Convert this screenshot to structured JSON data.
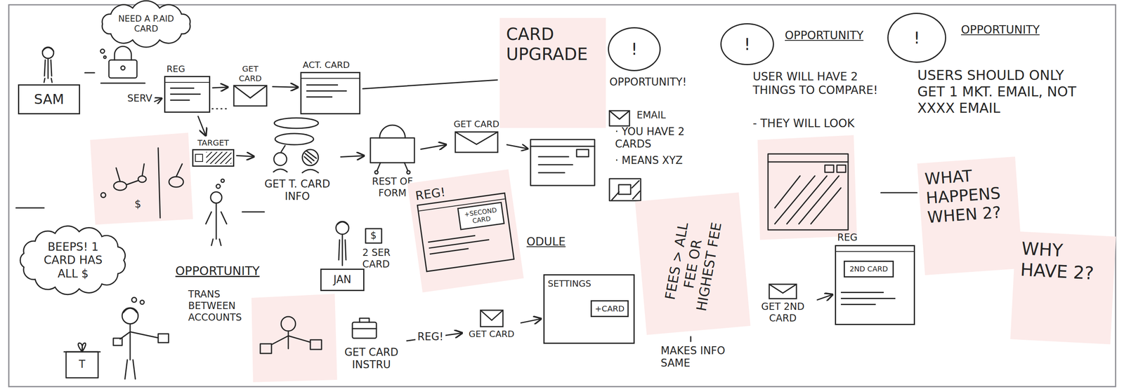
{
  "diagram": {
    "nodes": [
      {
        "text": [
          "SAM"
        ]
      },
      {
        "text": [
          "NEED A P.AID CARD"
        ]
      },
      {
        "text": [
          "REG"
        ]
      },
      {
        "text": [
          "GET CARD"
        ]
      },
      {
        "text": [
          "ACT. CARD"
        ]
      },
      {
        "text": [
          "TARGET"
        ]
      },
      {
        "text": [
          "GET T. CARD INFO"
        ]
      },
      {
        "text": [
          "REST OF FORM"
        ]
      },
      {
        "text": [
          "GET CARD"
        ]
      },
      {
        "text": [
          "CARD UPGRADE"
        ]
      },
      {
        "text": [
          "!"
        ]
      },
      {
        "text": [
          "!"
        ]
      },
      {
        "text": [
          "!"
        ]
      },
      {
        "text": [
          "BEEPS! 1 CARD HAS ALL $"
        ]
      },
      {
        "text": [
          "JAN"
        ]
      },
      {
        "text": [
          "REG!"
        ]
      },
      {
        "text": [
          "+SECOND CARD"
        ],
        "in": 15
      },
      {
        "text": [
          "GET CARD INSTRU"
        ]
      },
      {
        "text": [
          "GET CARD"
        ]
      },
      {
        "text": [
          "SETTINGS"
        ]
      },
      {
        "text": [
          "+CARD"
        ],
        "in": 19
      },
      {
        "text": [
          "FEES > ALL FEE OR HIGHEST FEE"
        ]
      },
      {
        "text": [
          "GET 2ND CARD"
        ]
      },
      {
        "text": [
          "REG"
        ]
      },
      {
        "text": [
          "2ND CARD"
        ],
        "in": 23
      },
      {
        "text": [
          "WHAT HAPPENS WHEN 2?"
        ]
      },
      {
        "text": [
          "WHY HAVE 2?"
        ]
      }
    ],
    "edges": [
      {
        "from": 2,
        "to": 3,
        "arrow": "to"
      },
      {
        "from": 3,
        "to": 4,
        "arrow": "to"
      },
      {
        "from": 2,
        "to": 5,
        "arrow": "to"
      },
      {
        "from": 5,
        "to": 6,
        "arrow": "to"
      },
      {
        "from": 6,
        "to": 7,
        "arrow": "to"
      },
      {
        "from": 7,
        "to": 8,
        "arrow": "to"
      },
      {
        "from": 17,
        "to": 18,
        "label": "REG!",
        "arrow": "to"
      },
      {
        "from": 18,
        "to": 19,
        "arrow": "to"
      },
      {
        "from": 22,
        "to": 23,
        "arrow": "to"
      }
    ],
    "labels": [
      "SERV",
      "OPPORTUNITY!",
      "EMAIL",
      "· YOU HAVE 2 CARDS",
      "· MEANS XYZ",
      "OPPORTUNITY",
      "USER WILL HAVE 2 THINGS TO COMPARE!",
      "- THEY WILL LOOK",
      "OPPORTUNITY",
      "USERS SHOULD ONLY GET 1 MKT. EMAIL, NOT XXXX EMAIL",
      "$",
      "OPPORTUNITY",
      "TRANS BETWEEN ACCOUNTS",
      "T",
      "$",
      "2 SER CARD",
      "ODULE",
      "MAKES INFO SAME"
    ]
  }
}
